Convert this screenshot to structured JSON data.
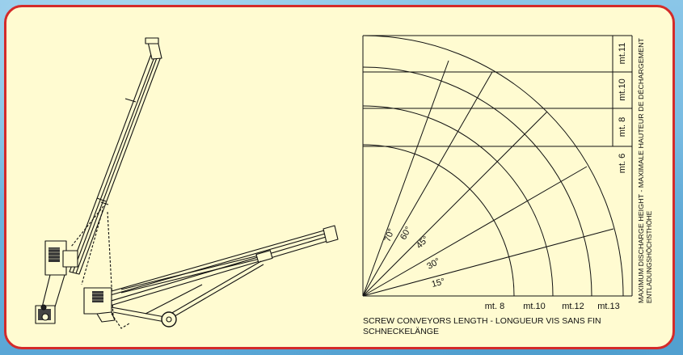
{
  "diagram": {
    "angles": [
      "70°",
      "60°",
      "45°",
      "30°",
      "15°"
    ],
    "horizontal_labels": [
      "mt. 8",
      "mt.10",
      "mt.12",
      "mt.13"
    ],
    "vertical_labels": [
      "mt.11",
      "mt.10",
      "mt. 8",
      "mt. 6"
    ],
    "x_axis_title_line1": "SCREW CONVEYORS LENGTH - LONGUEUR VIS SANS FIN",
    "x_axis_title_line2": "SCHNECKELÄNGE",
    "y_axis_title_line1": "MAXIMUM DISCHARGE HEIGHT - MAXIMALE HAUTEUR DE DÉCHARGEMENT",
    "y_axis_title_line2": "ENTLADUNGSHÖCHSTHÖHE"
  },
  "colors": {
    "panel_background": "#fffbd1",
    "panel_border": "#d42a2a",
    "line": "#111111",
    "page_background": "#6fb4dd"
  }
}
